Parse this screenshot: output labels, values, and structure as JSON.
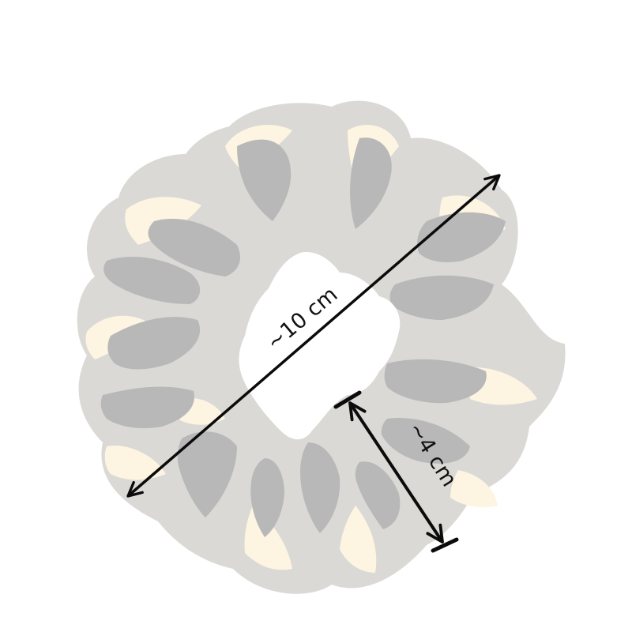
{
  "measurements": {
    "diameter_label": "~10 cm",
    "width_label": "~4 cm"
  },
  "colors": {
    "outer": "#dad9d6",
    "inner_fold": "#b8b8b8",
    "highlight": "#fdf4e2",
    "center": "#ffffff",
    "line": "#0b0b0b",
    "background": "#ffffff"
  },
  "icons": {
    "object": "scrunchie-illustration",
    "arrow": "double-headed-arrow"
  }
}
